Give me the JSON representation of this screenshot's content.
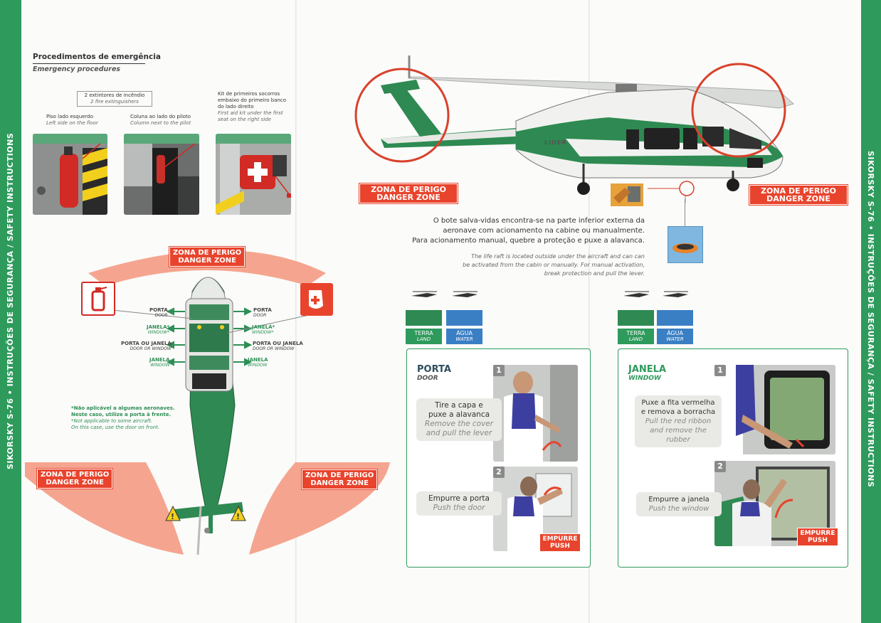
{
  "sidebar_left": "SIKORSKY S-76 • INSTRUÇÕES DE SEGURANÇA / SAFETY INSTRUCTIONS",
  "sidebar_right": "SIKORSKY S-76 • INSTRUÇÕES DE SEGURANÇA / SAFETY INSTRUCTIONS",
  "emergency": {
    "title": "Procedimentos de emergência",
    "title_en": "Emergency procedures",
    "extinguishers": "2 extintores de incêndio",
    "extinguishers_en": "2 fire extinguishers",
    "floor": "Piso lado esquerdo",
    "floor_en": "Left side on the floor",
    "column": "Coluna ao lado do piloto",
    "column_en": "Column next to the pilot",
    "firstaid": "Kit de primeiros socorros embaixo do primeiro banco do lado direito",
    "firstaid_en": "First aid kit under the first seat on the right side"
  },
  "danger": {
    "pt": "ZONA DE PERIGO",
    "en": "DANGER ZONE"
  },
  "exits": {
    "porta": "PORTA",
    "door": "DOOR",
    "janela": "JANELA*",
    "window": "WINDOW*",
    "porta_ou_janela": "PORTA OU JANELA",
    "door_or_window": "DOOR OR WINDOW",
    "janela2": "JANELA",
    "window2": "WINDOW"
  },
  "note": {
    "pt1": "*Não aplicável a algumas aeronaves.",
    "pt2": "Neste caso, utilize a porta à frente.",
    "en1": "*Not applicable to some aircraft.",
    "en2": "On this case, use the door on front."
  },
  "brand": "LIDER",
  "raft": {
    "pt1": "O bote salva-vidas encontra-se na parte inferior externa da",
    "pt2": "aeronave com acionamento na cabine ou manualmente.",
    "pt3": "Para acionamento manual, quebre a proteção e puxe a alavanca.",
    "en1": "The life raft is located outside under the aircraft and can can",
    "en2": "be activated from the cabin or manually. For manual activation,",
    "en3": "break protection and pull the lever."
  },
  "env": {
    "terra": "TERRA",
    "land": "LAND",
    "agua": "ÁGUA",
    "water": "WATER"
  },
  "door": {
    "title": "PORTA",
    "title_en": "DOOR",
    "step1": "1",
    "step1_pt1": "Tire a capa e",
    "step1_pt2": "puxe a alavanca",
    "step1_en1": "Remove the cover",
    "step1_en2": "and pull the lever",
    "step2": "2",
    "step2_pt": "Empurre a porta",
    "step2_en": "Push the door",
    "push_pt": "EMPURRE",
    "push_en": "PUSH"
  },
  "window": {
    "title": "JANELA",
    "title_en": "WINDOW",
    "step1": "1",
    "step1_pt1": "Puxe a fita vermelha",
    "step1_pt2": "e remova a borracha",
    "step1_en1": "Pull the red ribbon",
    "step1_en2": "and remove the rubber",
    "step2": "2",
    "step2_pt": "Empurre a janela",
    "step2_en": "Push the window",
    "push_pt": "EMPURRE",
    "push_en": "PUSH"
  },
  "colors": {
    "green": "#2e9a5c",
    "red": "#e8442d",
    "salmon": "#f5a58f",
    "blue": "#3a7fc4"
  }
}
